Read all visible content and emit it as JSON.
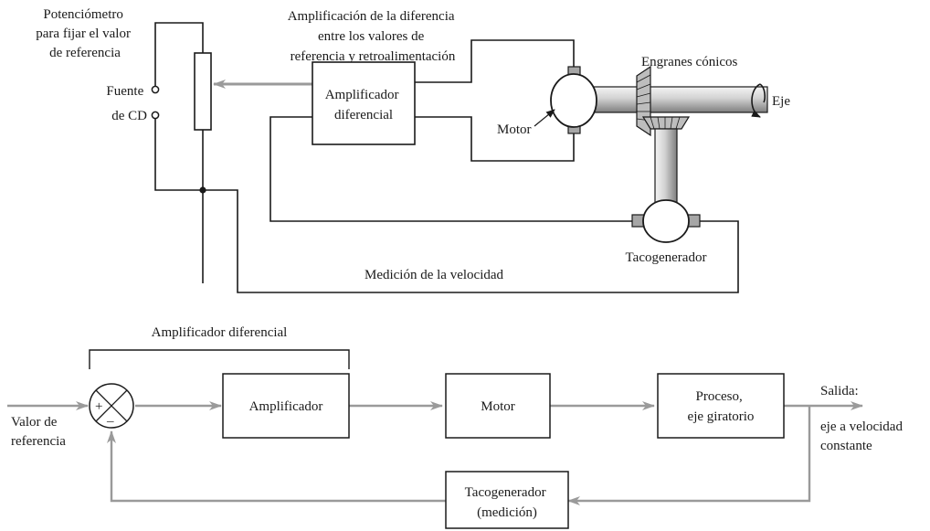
{
  "top": {
    "pot_label": [
      "Potenciómetro",
      "para fijar el valor",
      "de referencia"
    ],
    "amp_diff_note": [
      "Amplificación de la diferencia",
      "entre los valores de",
      "referencia y retroalimentación"
    ],
    "source_label": [
      "Fuente",
      "de CD"
    ],
    "amplifier_box": [
      "Amplificador",
      "diferencial"
    ],
    "motor_label": "Motor",
    "bevel_gears_label": "Engranes cónicos",
    "shaft_label": "Eje",
    "tacho_label": "Tacogenerador",
    "speed_meas_label": "Medición de la velocidad"
  },
  "block": {
    "bracket_label": "Amplificador diferencial",
    "input_label": [
      "Valor de",
      "referencia"
    ],
    "sum_plus": "+",
    "sum_minus": "–",
    "amplifier": "Amplificador",
    "motor": "Motor",
    "process": [
      "Proceso,",
      "eje giratorio"
    ],
    "output_label": [
      "Salida:",
      "eje a velocidad",
      "constante"
    ],
    "feedback": [
      "Tacogenerador",
      "(medición)"
    ]
  },
  "colors": {
    "wire": "#1a1a1a",
    "signal_arrow": "#9a9a9a",
    "metal_light": "#e9e9e9",
    "metal_dark": "#8c8c8c"
  }
}
